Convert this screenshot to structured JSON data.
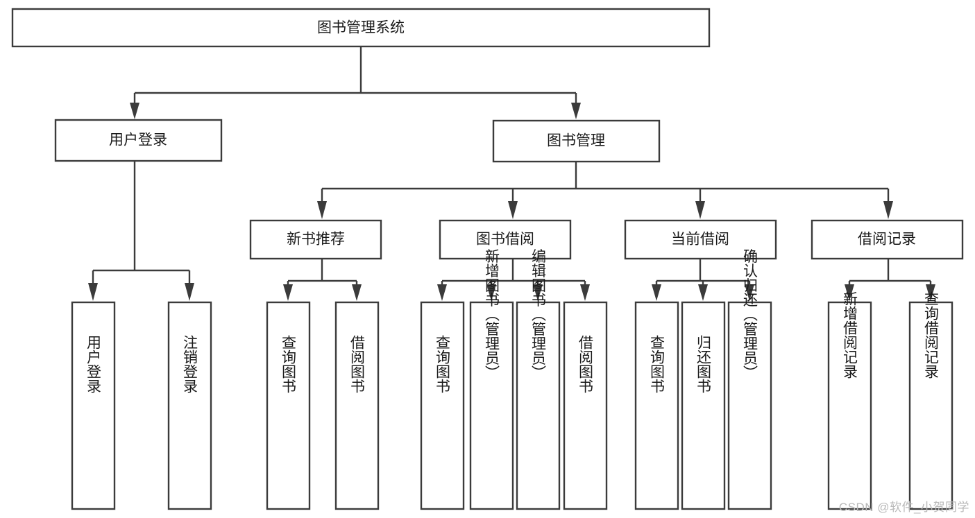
{
  "diagram": {
    "type": "tree-hierarchy-chart",
    "title": "图书管理系统",
    "watermark": "CSDN @软件_小贺同学",
    "colors": {
      "stroke": "#3b3b3b",
      "fill": "#ffffff",
      "text": "#1a1a1a",
      "watermark": "#b9b9b9",
      "background": "#ffffff"
    },
    "levels": [
      {
        "level": 1,
        "nodes": [
          {
            "id": "root",
            "label": "图书管理系统",
            "orientation": "horizontal"
          }
        ]
      },
      {
        "level": 2,
        "nodes": [
          {
            "id": "user-login",
            "label": "用户登录",
            "orientation": "horizontal",
            "parent": "root"
          },
          {
            "id": "book-manage",
            "label": "图书管理",
            "orientation": "horizontal",
            "parent": "root"
          }
        ]
      },
      {
        "level": 3,
        "nodes": [
          {
            "id": "new-book-rec",
            "label": "新书推荐",
            "orientation": "horizontal",
            "parent": "book-manage"
          },
          {
            "id": "book-borrow",
            "label": "图书借阅",
            "orientation": "horizontal",
            "parent": "book-manage"
          },
          {
            "id": "current-borrow",
            "label": "当前借阅",
            "orientation": "horizontal",
            "parent": "book-manage"
          },
          {
            "id": "borrow-record",
            "label": "借阅记录",
            "orientation": "horizontal",
            "parent": "book-manage"
          }
        ]
      },
      {
        "level": 4,
        "nodes": [
          {
            "id": "leaf-1",
            "label": "用户登录",
            "orientation": "vertical",
            "parent": "user-login"
          },
          {
            "id": "leaf-2",
            "label": "注销登录",
            "orientation": "vertical",
            "parent": "user-login"
          },
          {
            "id": "leaf-3",
            "label": "查询图书",
            "orientation": "vertical",
            "parent": "new-book-rec"
          },
          {
            "id": "leaf-4",
            "label": "借阅图书",
            "orientation": "vertical",
            "parent": "new-book-rec"
          },
          {
            "id": "leaf-5",
            "label": "查询图书",
            "orientation": "vertical",
            "parent": "book-borrow"
          },
          {
            "id": "leaf-6",
            "label": "新增图书（管理员）",
            "orientation": "vertical",
            "parent": "book-borrow"
          },
          {
            "id": "leaf-7",
            "label": "编辑图书（管理员）",
            "orientation": "vertical",
            "parent": "book-borrow"
          },
          {
            "id": "leaf-8",
            "label": "借阅图书",
            "orientation": "vertical",
            "parent": "book-borrow"
          },
          {
            "id": "leaf-9",
            "label": "查询图书",
            "orientation": "vertical",
            "parent": "current-borrow"
          },
          {
            "id": "leaf-10",
            "label": "归还图书",
            "orientation": "vertical",
            "parent": "current-borrow"
          },
          {
            "id": "leaf-11",
            "label": "确认归还（管理员）",
            "orientation": "vertical",
            "parent": "current-borrow"
          },
          {
            "id": "leaf-12",
            "label": "新增借阅记录",
            "orientation": "vertical",
            "parent": "borrow-record"
          },
          {
            "id": "leaf-13",
            "label": "查询借阅记录",
            "orientation": "vertical",
            "parent": "borrow-record"
          }
        ]
      }
    ]
  }
}
